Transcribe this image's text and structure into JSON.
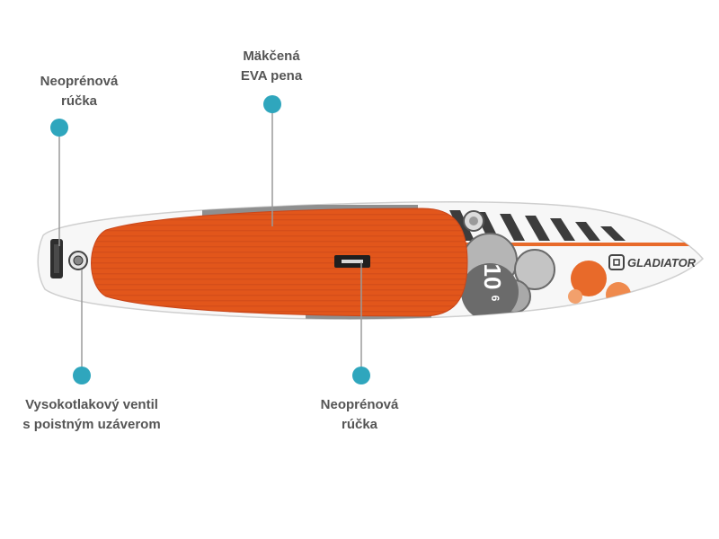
{
  "colors": {
    "callout_dot": "#2fa6bd",
    "callout_line": "#9a9a9a",
    "label_text": "#555555",
    "deck_orange": "#e2561b",
    "accent_orange": "#e86a2a",
    "board_white": "#f7f7f7",
    "board_gray": "#8a8a8a",
    "dark_stripe": "#3c3c3c"
  },
  "callouts": {
    "top_left": {
      "line1": "Neoprénová",
      "line2": "rúčka"
    },
    "top_center": {
      "line1": "Mäkčená",
      "line2": "EVA pena"
    },
    "bottom_left": {
      "line1": "Vysokotlakový ventil",
      "line2": "s poistným uzáverom"
    },
    "bottom_center": {
      "line1": "Neoprénová",
      "line2": "rúčka"
    }
  },
  "board": {
    "brand": "GLADIATOR",
    "size_mark": "10",
    "size_fraction": "6"
  }
}
